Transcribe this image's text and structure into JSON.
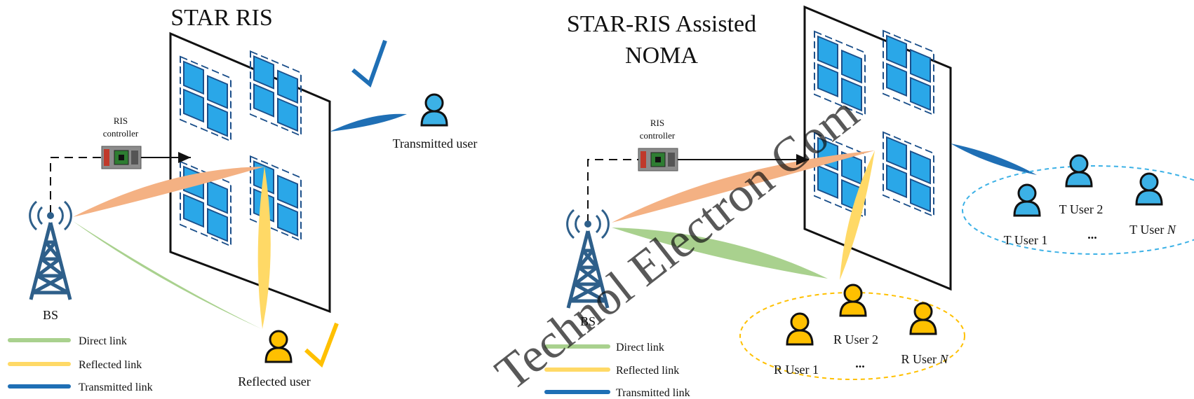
{
  "left": {
    "title": "STAR RIS",
    "controller_label_1": "RIS",
    "controller_label_2": "controller",
    "bs_label": "BS",
    "transmitted_user": "Transmitted user",
    "reflected_user": "Reflected user"
  },
  "right": {
    "title_1": "STAR-RIS Assisted",
    "title_2": "NOMA",
    "controller_label_1": "RIS",
    "controller_label_2": "controller",
    "bs_label": "BS",
    "t_users": {
      "u1": "T User 1",
      "u2": "T User 2",
      "un_prefix": "T User ",
      "un_italic": "N",
      "dots": "..."
    },
    "r_users": {
      "u1": "R User 1",
      "u2": "R User 2",
      "un_prefix": "R User ",
      "un_italic": "N",
      "dots": "..."
    }
  },
  "legend": {
    "direct": "Direct link",
    "reflected": "Reflected link",
    "transmitted": "Transmitted link"
  },
  "watermark": "Technol Electron Com",
  "colors": {
    "direct": "#a9d18e",
    "reflected": "#ffd966",
    "reflected_alt": "#f4b183",
    "transmitted": "#1f6fb5",
    "element": "#2aa7e8",
    "user_blue": "#3cb1e6",
    "user_gold": "#ffc000",
    "tower": "#2e5f8a"
  }
}
